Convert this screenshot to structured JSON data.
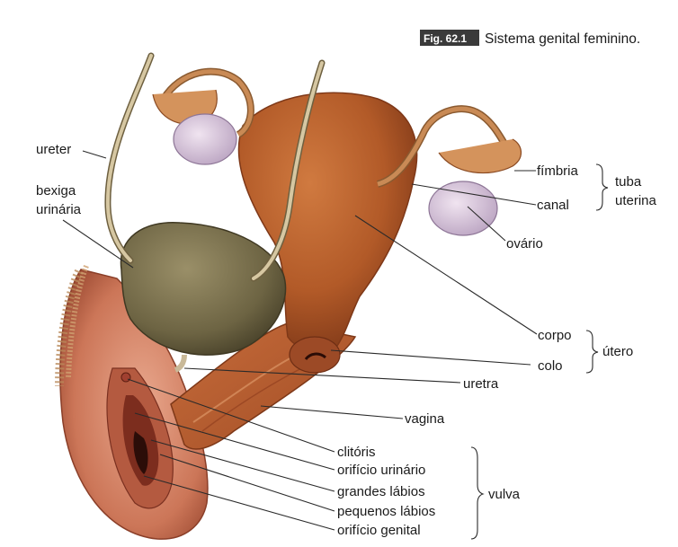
{
  "figure": {
    "number": "Fig. 62.1",
    "title": "Sistema genital feminino."
  },
  "labels": {
    "ureter": "ureter",
    "bexiga_1": "bexiga",
    "bexiga_2": "urinária",
    "fimbria": "fímbria",
    "canal": "canal",
    "tuba_1": "tuba",
    "tuba_2": "uterina",
    "ovario": "ovário",
    "corpo": "corpo",
    "colo": "colo",
    "utero": "útero",
    "uretra": "uretra",
    "vagina": "vagina",
    "clitoris": "clitóris",
    "orificio_urinario": "orifício urinário",
    "grandes_labios": "grandes lábios",
    "pequenos_labios": "pequenos lábios",
    "orificio_genital": "orifício genital",
    "vulva": "vulva"
  },
  "colors": {
    "uterus": "#b8622e",
    "bladder": "#7a6f4c",
    "ovary": "#d8c6dd",
    "vulva": "#d7876c",
    "tube": "#c98a55"
  }
}
